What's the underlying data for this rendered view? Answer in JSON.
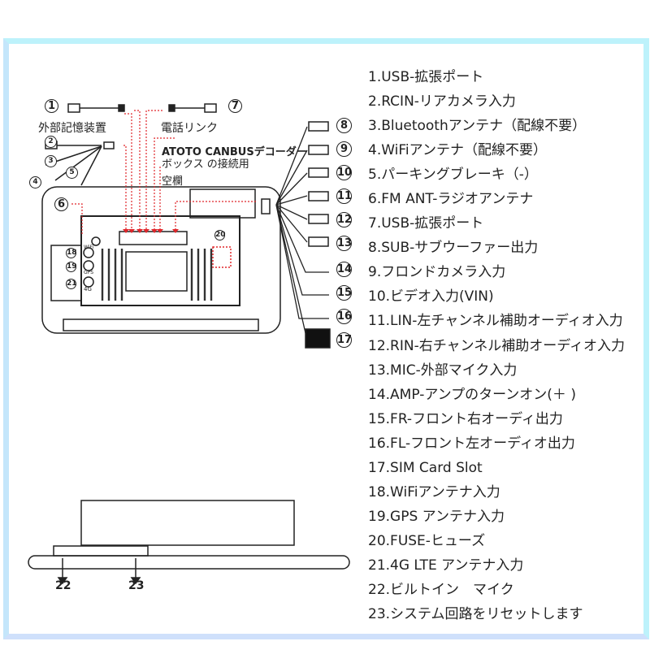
{
  "legend": [
    "1.USB-拡張ポート",
    "2.RCIN-リアカメラ入力",
    "3.Bluetoothアンテナ（配線不要）",
    "4.WiFiアンテナ（配線不要）",
    "5.パーキングブレーキ（-）",
    "6.FM ANT-ラジオアンテナ",
    "7.USB-拡張ポート",
    "8.SUB-サブウーファー出力",
    "9.フロンドカメラ入力",
    "10.ビデオ入力(VIN)",
    "11.LIN-左チャンネル補助オーディオ入力",
    "12.RIN-右チャンネル補助オーディオ入力",
    "13.MIC-外部マイク入力",
    "14.AMP-アンプのターンオン(＋ )",
    "15.FR-フロント右オーディ出力",
    "16.FL-フロント左オーディオ出力",
    "17.SIM Card Slot",
    "18.WiFiアンテナ入力",
    "19.GPS アンテナ入力",
    "20.FUSE-ヒューズ",
    "21.4G LTE アンテナ入力",
    "22.ビルトイン　マイク",
    "23.システム回路をリセットします"
  ],
  "diagram": {
    "external_storage": "外部記憶装置",
    "phone_link": "電話リンク",
    "canbus_line1": "ATOTO CANBUSデコーダー",
    "canbus_line2": "ボックス の接続用",
    "empty": "空欄",
    "wifi": "WiFi",
    "gps": "GPS",
    "lte": "4G",
    "callouts": [
      "1",
      "2",
      "3",
      "4",
      "5",
      "6",
      "7",
      "8",
      "9",
      "10",
      "11",
      "12",
      "13",
      "14",
      "15",
      "16",
      "17",
      "18",
      "19",
      "20",
      "21"
    ],
    "side_callouts": [
      "22",
      "23"
    ]
  },
  "colors": {
    "frame": "#bdf2fb",
    "arrow": "#e0262a"
  }
}
